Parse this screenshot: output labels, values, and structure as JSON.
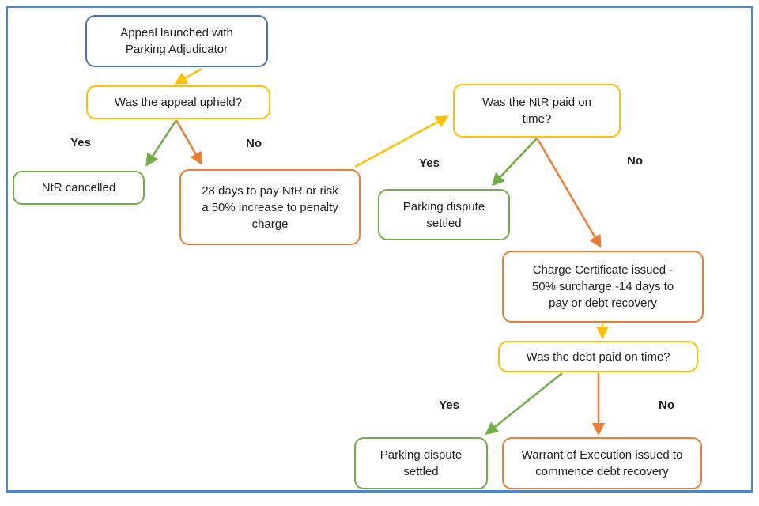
{
  "diagram": {
    "type": "flowchart",
    "nodes": {
      "appeal": {
        "text": "Appeal launched with\nParking Adjudicator",
        "color": "#4472C4"
      },
      "upheld": {
        "text": "Was the appeal upheld?",
        "color": "#FFC000"
      },
      "ntr_cancelled": {
        "text": "NtR cancelled",
        "color": "#70AD47"
      },
      "pay_28": {
        "text": "28 days to pay NtR or risk\na 50% increase to penalty\ncharge",
        "color": "#ED7D31"
      },
      "ntr_paid": {
        "text": "Was the NtR paid on\ntime?",
        "color": "#FFC000"
      },
      "settled_1": {
        "text": "Parking dispute\nsettled",
        "color": "#70AD47"
      },
      "charge_cert": {
        "text": "Charge Certificate issued -\n50% surcharge -14 days to\npay or debt recovery",
        "color": "#ED7D31"
      },
      "debt_paid": {
        "text": "Was the debt paid on time?",
        "color": "#FFC000"
      },
      "settled_2": {
        "text": "Parking dispute\nsettled",
        "color": "#70AD47"
      },
      "warrant": {
        "text": "Warrant of Execution issued to\ncommence debt recovery",
        "color": "#ED7D31"
      }
    },
    "edge_labels": {
      "upheld_yes": "Yes",
      "upheld_no": "No",
      "ntr_paid_yes": "Yes",
      "ntr_paid_no": "No",
      "debt_paid_yes": "Yes",
      "debt_paid_no": "No"
    },
    "colors": {
      "blue": "#4472C4",
      "yellow": "#FFC000",
      "green": "#70AD47",
      "orange": "#ED7D31",
      "frame": "#4A88CC",
      "text": "#1F1F1F",
      "background": "#FFFFFF"
    }
  }
}
